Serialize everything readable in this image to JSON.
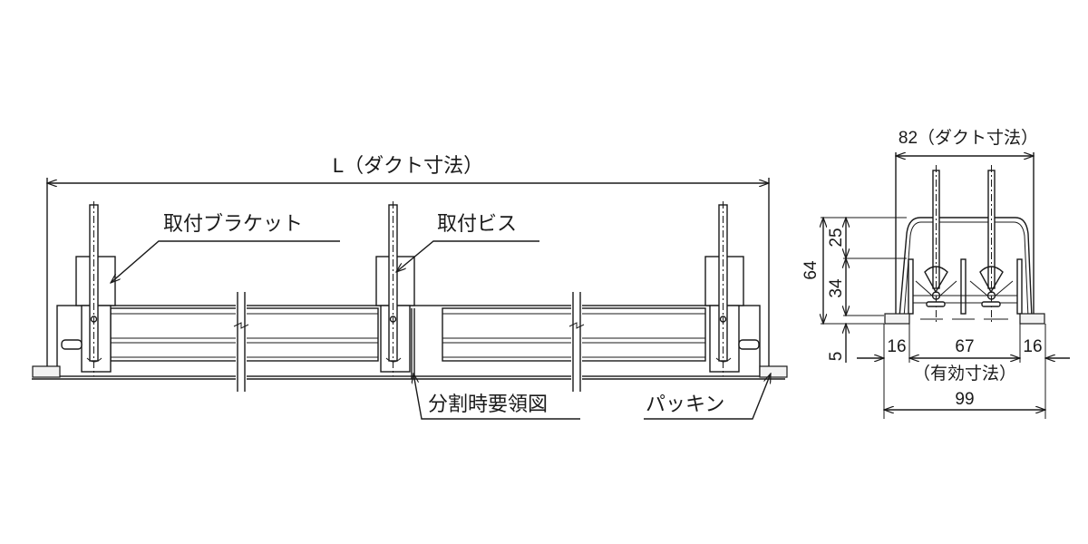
{
  "front_view": {
    "length_label": "L（ダクト寸法）",
    "bracket_label": "取付ブラケット",
    "screw_label": "取付ビス",
    "split_label": "分割時要領図",
    "packing_label": "パッキン"
  },
  "side_view": {
    "duct_width_label": "82（ダクト寸法）",
    "height_total": "64",
    "height_upper": "25",
    "height_middle": "34",
    "height_lower": "5",
    "width_left": "16",
    "width_center": "67",
    "width_right": "16",
    "effective_label": "（有効寸法）",
    "width_total": "99"
  }
}
